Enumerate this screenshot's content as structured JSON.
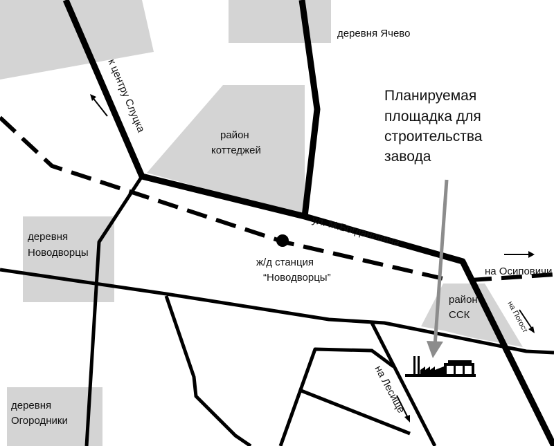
{
  "areas": {
    "yachevo": "деревня Ячево",
    "cottages_1": "район",
    "cottages_2": "коттеджей",
    "novodvortsy_1": "деревня",
    "novodvortsy_2": "Новодворцы",
    "ogorodniki_1": "деревня",
    "ogorodniki_2": "Огородники",
    "ssk_1": "район",
    "ssk_2": "ССК"
  },
  "roads": {
    "to_slutsk": "к центру Слуцка",
    "bogdanovicha": "ул. М.Богдановича",
    "to_osipovichi": "на Осиповичи",
    "to_pogost": "на Погост",
    "to_lesishche": "на Лесище"
  },
  "station": {
    "line1": "ж/д станция",
    "line2": "“Новодворцы”"
  },
  "planned_site": {
    "line1": "Планируемая",
    "line2": "площадка для",
    "line3": "строительства",
    "line4": "завода"
  },
  "colors": {
    "area": "#d4d4d4",
    "road": "#000000",
    "pointer": "#8c8c8c"
  }
}
